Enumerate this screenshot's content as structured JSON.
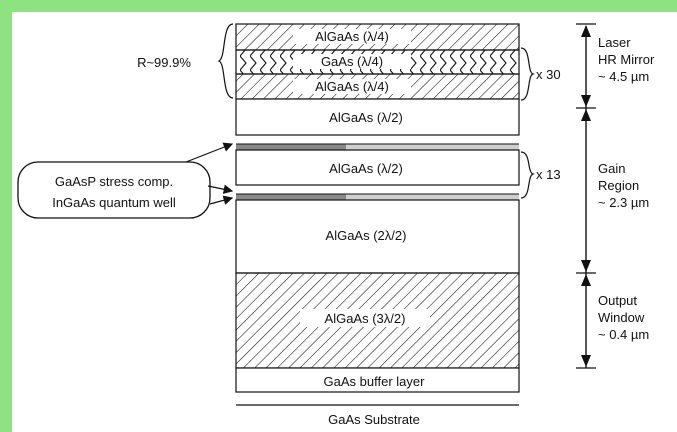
{
  "colors": {
    "frame": "#8ee27f",
    "paper": "#ffffff",
    "ink": "#111111",
    "well": "#8a8a8a",
    "stress": "#cfcfcf"
  },
  "layers": {
    "mirror_1": "AlGaAs  (λ/4)",
    "mirror_2": "GaAs    (λ/4)",
    "mirror_3": "AlGaAs  (λ/4)",
    "spacer_top": "AlGaAs  (λ/2)",
    "gain_mid": "AlGaAs  (λ/2)",
    "gain_bottom": "AlGaAs  (2λ/2)",
    "window": "AlGaAs  (3λ/2)",
    "buffer": "GaAs buffer layer",
    "substrate": "GaAs Substrate"
  },
  "labels": {
    "reflectivity": "R~99.9%",
    "mirror_repeat": "x 30",
    "gain_repeat": "x 13",
    "callout_line1": "GaAsP stress comp.",
    "callout_line2": "InGaAs quantum well"
  },
  "regions": {
    "mirror": [
      "Laser",
      "HR Mirror",
      "~ 4.5 µm"
    ],
    "gain": [
      "Gain",
      "Region",
      "~ 2.3 µm"
    ],
    "output": [
      "Output",
      "Window",
      "~ 0.4 µm"
    ]
  }
}
